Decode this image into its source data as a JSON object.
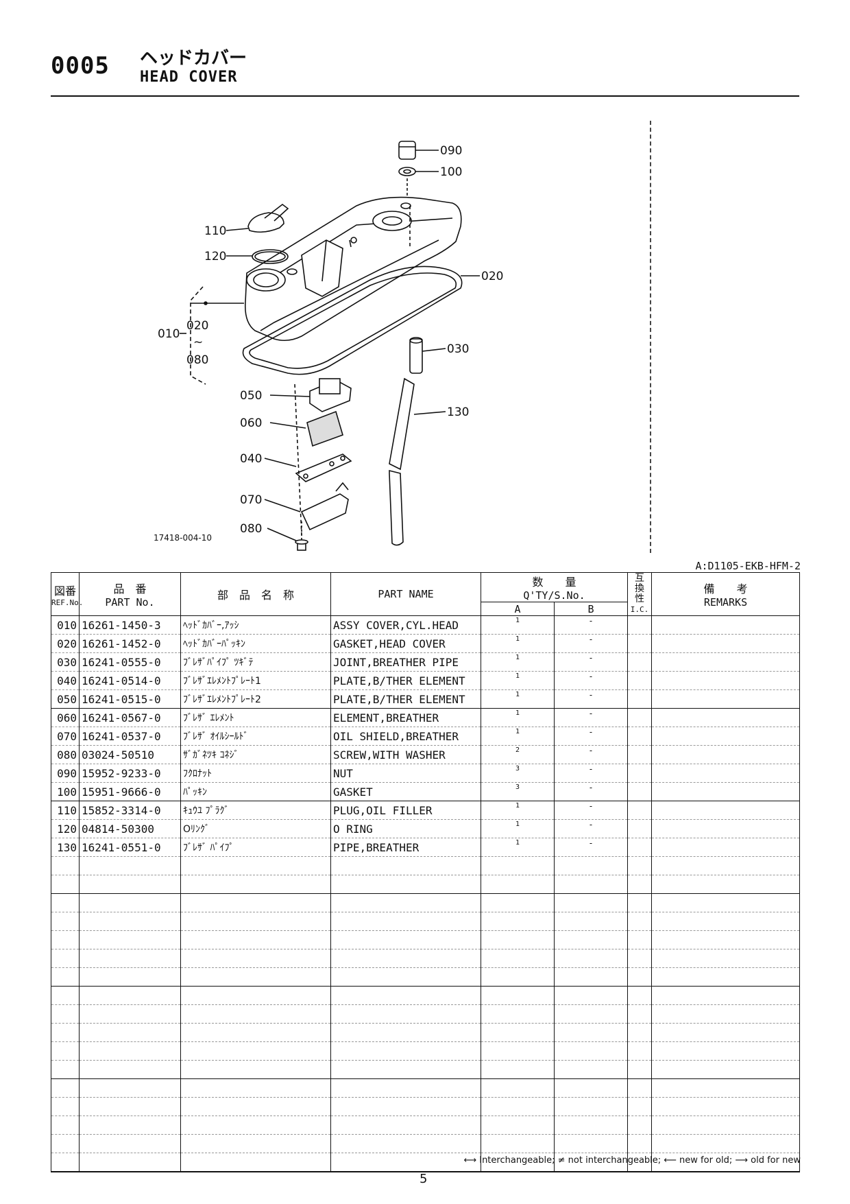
{
  "header": {
    "code": "0005",
    "title_jp": "ヘッドカバー",
    "title_en": "HEAD COVER"
  },
  "diagram": {
    "figure_id": "17418-004-10",
    "callouts": {
      "c090": "090",
      "c100": "100",
      "c110": "110",
      "c120": "120",
      "c020": "020",
      "c010": "010",
      "c020b": "020",
      "c_tilde": "~",
      "c080": "080",
      "c030": "030",
      "c050": "050",
      "c130": "130",
      "c060": "060",
      "c040": "040",
      "c070": "070",
      "c080b": "080"
    }
  },
  "model": "A:D1105-EKB-HFM-2",
  "table": {
    "headers": {
      "ref_jp": "図番",
      "ref_en": "REF.No.",
      "part_no_jp": "品　番",
      "part_no_en": "PART No.",
      "name_jp": "部　品　名　称",
      "part_name": "PART NAME",
      "qty_jp": "数　　量",
      "qty_en": "Q'TY/S.No.",
      "col_a": "A",
      "col_b": "B",
      "ic_jp1": "互",
      "ic_jp2": "換",
      "ic_jp3": "性",
      "ic_en": "I.C.",
      "remarks_jp": "備　　考",
      "remarks_en": "REMARKS"
    },
    "rows": [
      {
        "ref": "010",
        "part_no": "16261-1450-3",
        "name_jp": "ﾍｯﾄﾞｶﾊﾞｰ,ｱｯｼ",
        "part_name": "ASSY COVER,CYL.HEAD",
        "qty_a": "1",
        "qty_b": "-"
      },
      {
        "ref": "020",
        "part_no": "16261-1452-0",
        "name_jp": "ﾍｯﾄﾞｶﾊﾞｰﾊﾟｯｷﾝ",
        "part_name": "GASKET,HEAD COVER",
        "qty_a": "1",
        "qty_b": "-"
      },
      {
        "ref": "030",
        "part_no": "16241-0555-0",
        "name_jp": "ﾌﾞﾚｻﾞﾊﾟｲﾌﾟ ﾂｷﾞﾃ",
        "part_name": "JOINT,BREATHER PIPE",
        "qty_a": "1",
        "qty_b": "-"
      },
      {
        "ref": "040",
        "part_no": "16241-0514-0",
        "name_jp": "ﾌﾞﾚｻﾞｴﾚﾒﾝﾄﾌﾟﾚｰﾄ1",
        "part_name": "PLATE,B/THER ELEMENT",
        "qty_a": "1",
        "qty_b": "-"
      },
      {
        "ref": "050",
        "part_no": "16241-0515-0",
        "name_jp": "ﾌﾞﾚｻﾞｴﾚﾒﾝﾄﾌﾟﾚｰﾄ2",
        "part_name": "PLATE,B/THER ELEMENT",
        "qty_a": "1",
        "qty_b": "-"
      },
      {
        "ref": "060",
        "part_no": "16241-0567-0",
        "name_jp": "ﾌﾞﾚｻﾞ ｴﾚﾒﾝﾄ",
        "part_name": "ELEMENT,BREATHER",
        "qty_a": "1",
        "qty_b": "-"
      },
      {
        "ref": "070",
        "part_no": "16241-0537-0",
        "name_jp": "ﾌﾞﾚｻﾞ ｵｲﾙｼｰﾙﾄﾞ",
        "part_name": "OIL SHIELD,BREATHER",
        "qty_a": "1",
        "qty_b": "-"
      },
      {
        "ref": "080",
        "part_no": "03024-50510",
        "name_jp": "ｻﾞｶﾞﾈﾂｷ ｺﾈｼﾞ",
        "part_name": "SCREW,WITH WASHER",
        "qty_a": "2",
        "qty_b": "-"
      },
      {
        "ref": "090",
        "part_no": "15952-9233-0",
        "name_jp": "ﾌｸﾛﾅｯﾄ",
        "part_name": "NUT",
        "qty_a": "3",
        "qty_b": "-"
      },
      {
        "ref": "100",
        "part_no": "15951-9666-0",
        "name_jp": "ﾊﾟｯｷﾝ",
        "part_name": "GASKET",
        "qty_a": "3",
        "qty_b": "-"
      },
      {
        "ref": "110",
        "part_no": "15852-3314-0",
        "name_jp": "ｷｭｳﾕ ﾌﾟﾗｸﾞ",
        "part_name": "PLUG,OIL FILLER",
        "qty_a": "1",
        "qty_b": "-"
      },
      {
        "ref": "120",
        "part_no": "04814-50300",
        "name_jp": "Oﾘﾝｸﾞ",
        "part_name": "O RING",
        "qty_a": "1",
        "qty_b": "-"
      },
      {
        "ref": "130",
        "part_no": "16241-0551-0",
        "name_jp": "ﾌﾞﾚｻﾞ ﾊﾟｲﾌﾟ",
        "part_name": "PIPE,BREATHER",
        "qty_a": "1",
        "qty_b": "-"
      }
    ]
  },
  "footer": {
    "legend": "⟷ Interchangeable; ≠ not interchangeable; ⟵ new for old; ⟶ old for new",
    "page_number": "5"
  }
}
